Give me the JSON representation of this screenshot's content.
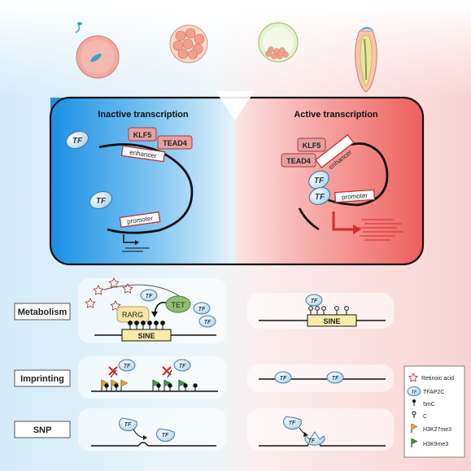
{
  "mechanism": {
    "inactive_title": "Inactive transcription",
    "active_title": "Active transcription",
    "tf_label": "TF",
    "klf5": "KLF5",
    "tead4": "TEAD4",
    "enhancer": "enhancer",
    "promoter": "promoter"
  },
  "sections": {
    "metabolism": "Metabolism",
    "imprinting": "Imprinting",
    "snp": "SNP"
  },
  "metabolism": {
    "tf_label": "TF",
    "rarg": "RARG",
    "tet": "TET",
    "sine": "SINE"
  },
  "legend": {
    "items": [
      {
        "label": "Retinoic acid",
        "icon": "star-outline"
      },
      {
        "label": "TFAP2C",
        "icon": "tf-oval"
      },
      {
        "label": "5mC",
        "icon": "filled-lollipop"
      },
      {
        "label": "C",
        "icon": "open-lollipop"
      },
      {
        "label": "H3K27me3",
        "icon": "orange-flag"
      },
      {
        "label": "H3K9me3",
        "icon": "green-flag"
      }
    ]
  },
  "colors": {
    "inactive_blue": "#1e9ae8",
    "active_red": "#f06a66",
    "tf_fill": "#cfe7f5",
    "tf_stroke": "#4a7fa0",
    "factor_fill": "#e6a0a0",
    "factor_stroke": "#a33a3a",
    "promoter_stroke": "#c03030",
    "tet_fill": "#8fbf73",
    "rarg_fill": "#f5e6a8",
    "sine_fill": "#f7eca8",
    "flag_orange": "#e8a23a",
    "flag_green": "#3f9b45"
  }
}
